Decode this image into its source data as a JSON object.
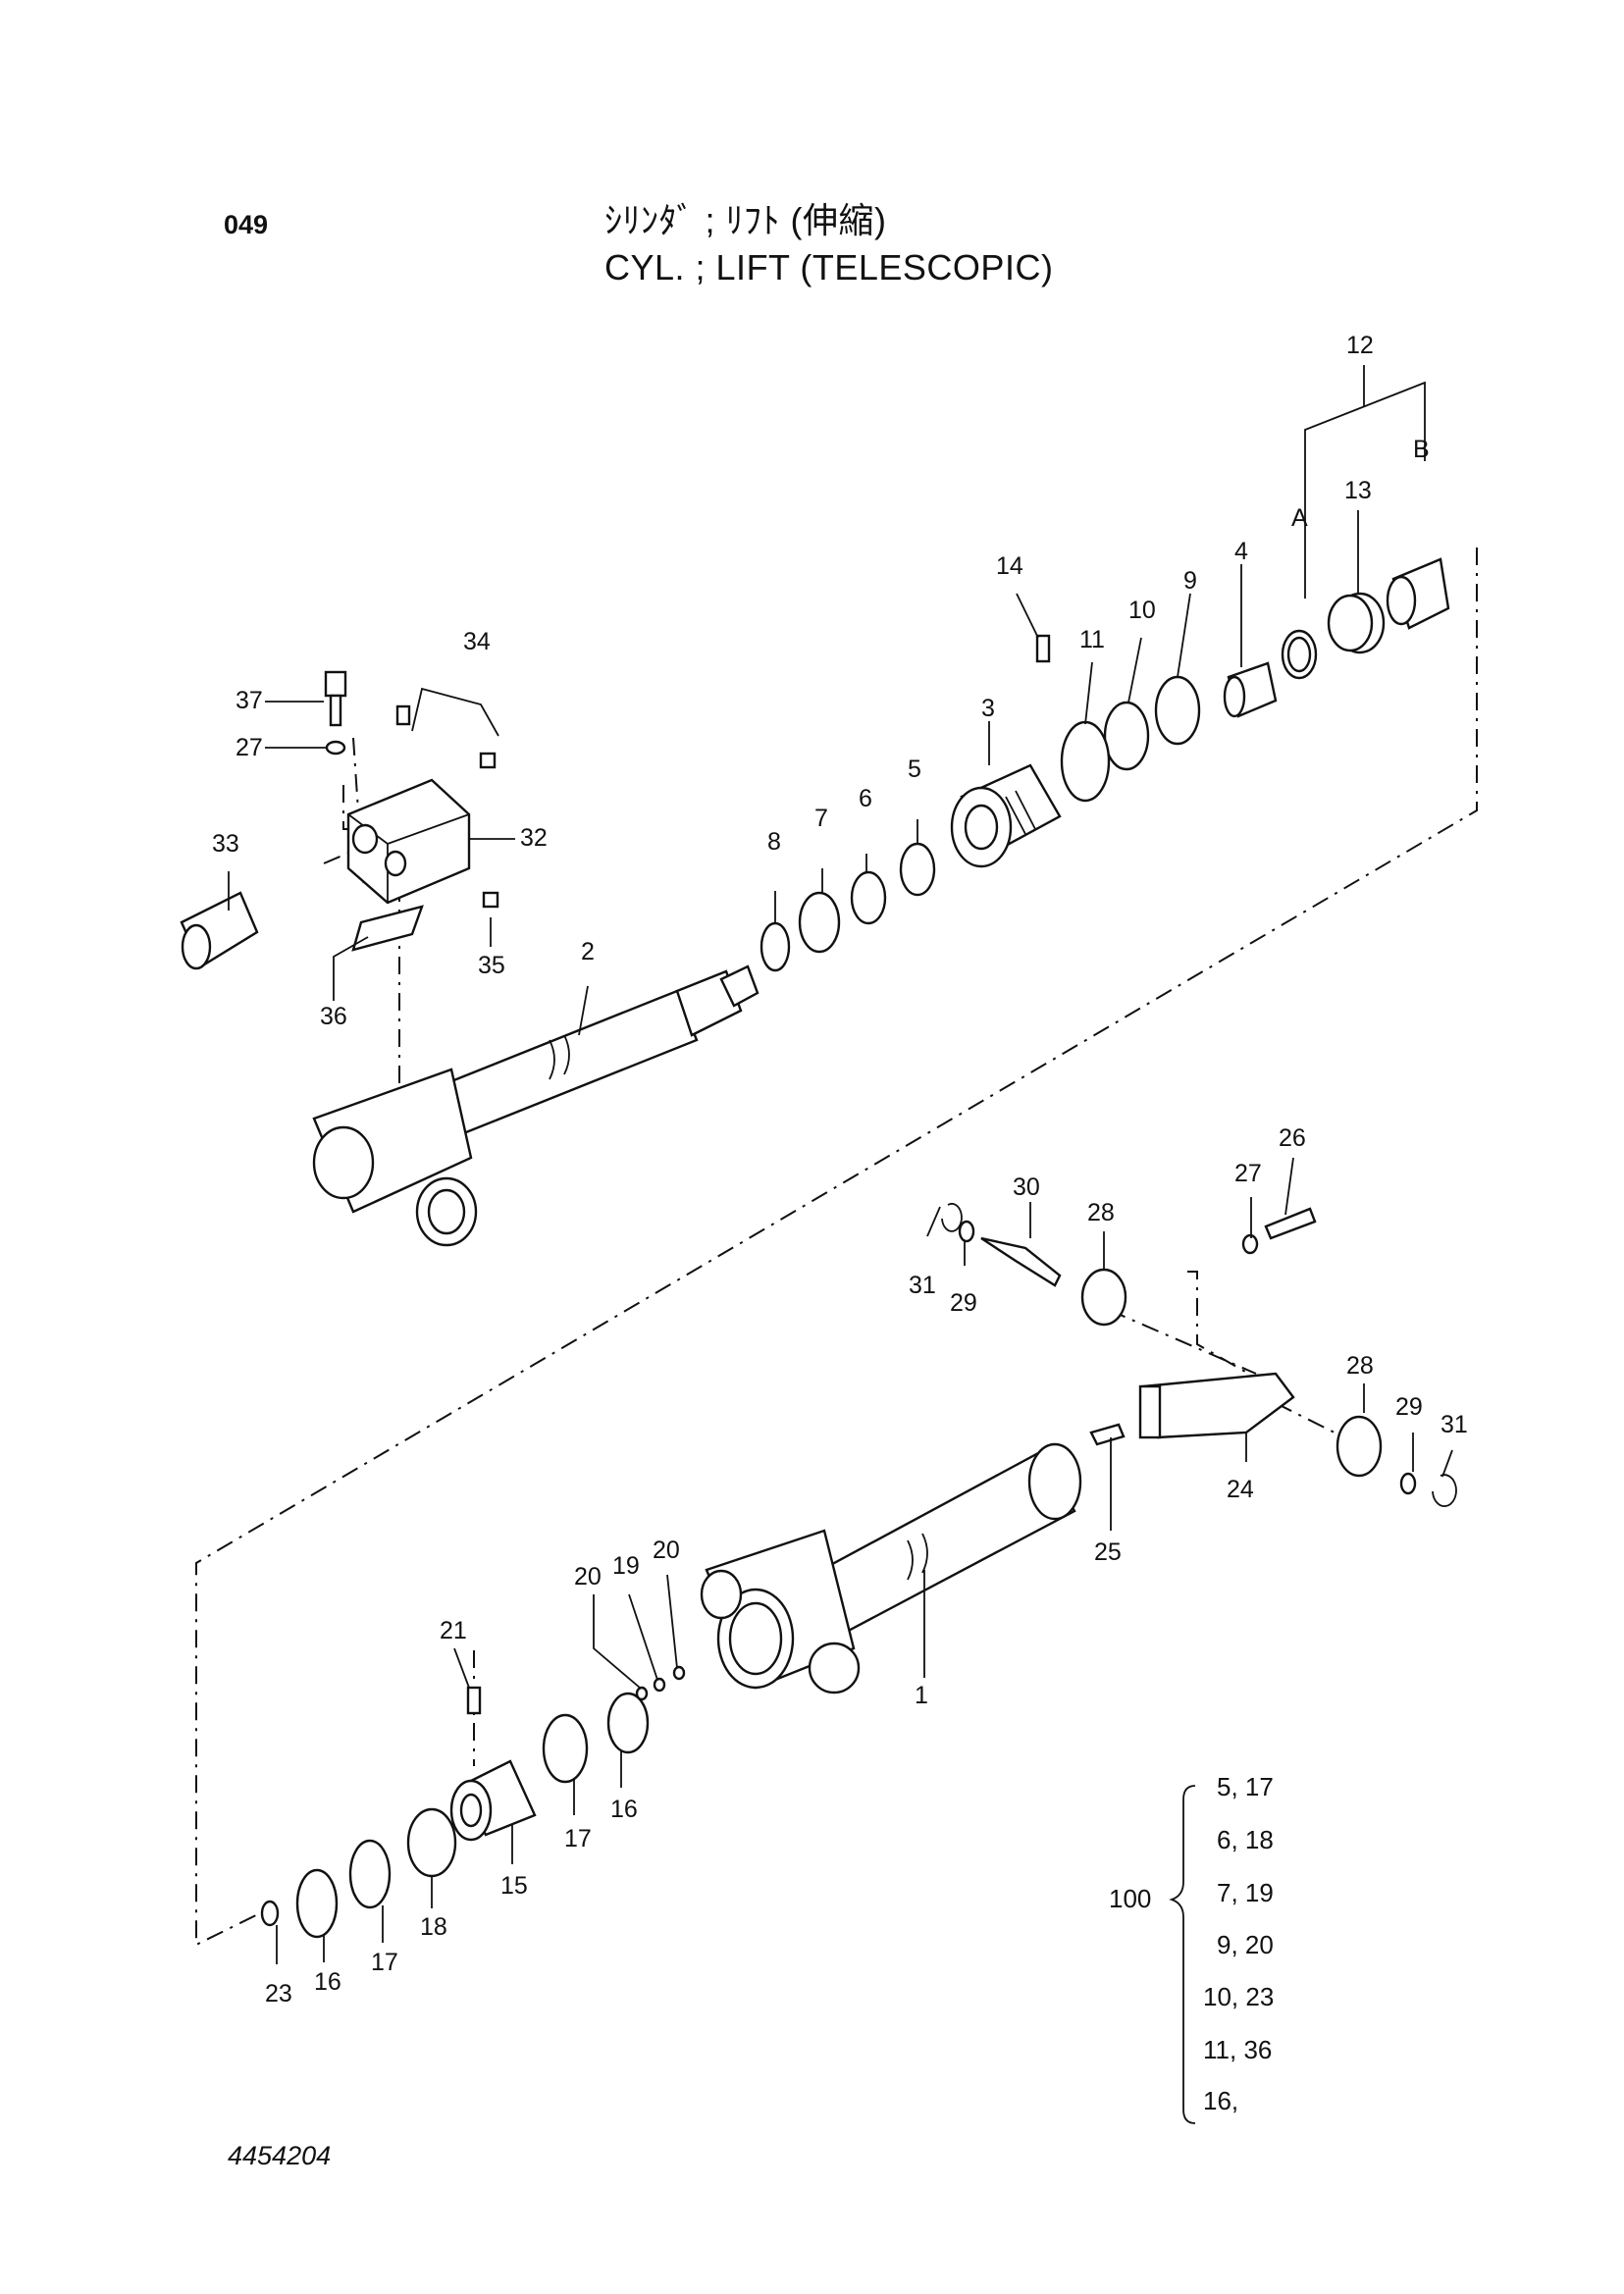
{
  "header": {
    "page_code": "049",
    "title_jp": "ｼﾘﾝﾀﾞ ; ﾘﾌﾄ (伸縮)",
    "title_en": "CYL. ; LIFT (TELESCOPIC)"
  },
  "callouts": {
    "c1": "1",
    "c2": "2",
    "c3": "3",
    "c4": "4",
    "c5": "5",
    "c6": "6",
    "c7": "7",
    "c8": "8",
    "c9": "9",
    "c10": "10",
    "c11": "11",
    "c12": "12",
    "c13": "13",
    "c14": "14",
    "c15": "15",
    "c16a": "16",
    "c16b": "16",
    "c17a": "17",
    "c17b": "17",
    "c18": "18",
    "c19": "19",
    "c20a": "20",
    "c20b": "20",
    "c21": "21",
    "c23": "23",
    "c24": "24",
    "c25": "25",
    "c26": "26",
    "c27a": "27",
    "c27b": "27",
    "c28a": "28",
    "c28b": "28",
    "c29a": "29",
    "c29b": "29",
    "c30": "30",
    "c31a": "31",
    "c31b": "31",
    "c32": "32",
    "c33": "33",
    "c34": "34",
    "c35": "35",
    "c36": "36",
    "c37": "37",
    "cA": "A",
    "cB": "B"
  },
  "seal_kit": {
    "label": "100",
    "rows": [
      "5,  17",
      "6,  18",
      "7,  19",
      "9,  20",
      "10,  23",
      "11,  36",
      "16,"
    ]
  },
  "footer": {
    "doc_number": "4454204"
  }
}
